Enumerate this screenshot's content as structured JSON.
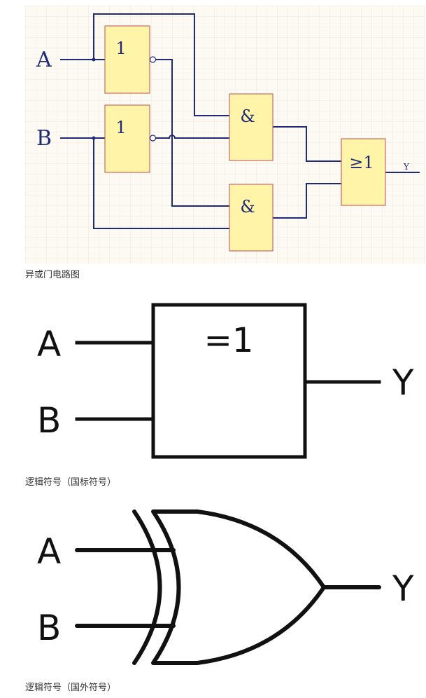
{
  "circuit": {
    "input_a": "A",
    "input_b": "B",
    "not_gate_label": "1",
    "and_gate_label": "&",
    "or_gate_label": "≥1",
    "output": "Y",
    "caption": "异或门电路图",
    "colors": {
      "grid_bg": "#fdfaf4",
      "grid_line": "#efe7dc",
      "gate_fill": "#fff4a8",
      "gate_stroke": "#c0504d",
      "wire": "#1e2a78",
      "label": "#1e2a78"
    }
  },
  "iec_symbol": {
    "input_a": "A",
    "input_b": "B",
    "label": "=1",
    "output": "Y",
    "caption": "逻辑符号（国标符号）"
  },
  "ansi_symbol": {
    "input_a": "A",
    "input_b": "B",
    "output": "Y",
    "caption": "逻辑符号（国外符号）"
  }
}
